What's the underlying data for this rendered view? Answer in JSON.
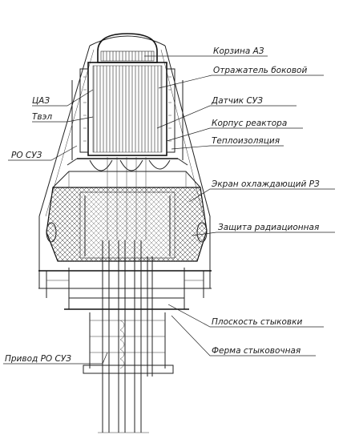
{
  "diagram": {
    "labels": {
      "korzina": "Корзина АЗ",
      "otrazhatel": "Отражатель боковой",
      "datchik": "Датчик СУЗ",
      "korpus": "Корпус реактора",
      "teploizolyatsiya": "Теплоизоляция",
      "ekran": "Экран охлаждающий РЗ",
      "zashchita": "Защита радиационная",
      "ploskost": "Плоскость стыковки",
      "ferma": "Ферма стыковочная",
      "privod": "Привод РО СУЗ",
      "tsaz": "ЦАЗ",
      "tvel": "Твэл",
      "ro_suz": "РО СУЗ"
    }
  }
}
